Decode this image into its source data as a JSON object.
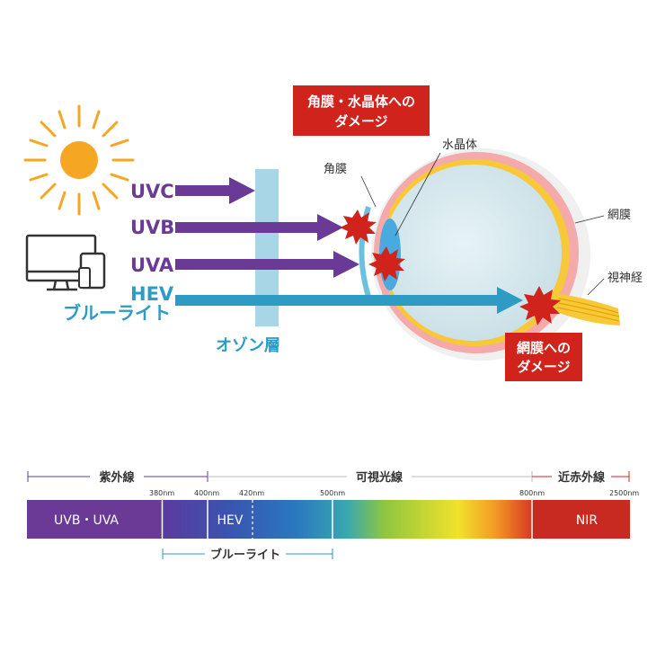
{
  "rays": {
    "uvc": "UVC",
    "uvb": "UVB",
    "uva": "UVA",
    "hev": "HEV",
    "blue_light": "ブルーライト"
  },
  "ozone_label": "オゾン層",
  "eye_labels": {
    "cornea": "角膜",
    "lens": "水晶体",
    "retina": "網膜",
    "optic_nerve": "視神経"
  },
  "damage_boxes": {
    "cornea_lens": {
      "line1": "角膜・水晶体への",
      "line2": "ダメージ"
    },
    "retina": {
      "line1": "網膜への",
      "line2": "ダメージ"
    }
  },
  "spectrum": {
    "ranges": {
      "uv": "紫外線",
      "visible": "可視光線",
      "nir": "近赤外線"
    },
    "ticks": {
      "t380": "380nm",
      "t400": "400nm",
      "t420": "420nm",
      "t500": "500nm",
      "t800": "800nm",
      "t2500": "2500nm"
    },
    "bands": {
      "uvb_uva": "UVB・UVA",
      "hev": "HEV",
      "nir": "NIR"
    },
    "blue_light_range": "ブルーライト"
  },
  "colors": {
    "uv_purple": "#6a3a96",
    "hev_blue": "#2e9bc4",
    "ozone": "#a9d6e6",
    "damage_red": "#d0231c",
    "sun": "#f5a623"
  },
  "icons": [
    "sun-icon",
    "monitor-icon",
    "tablet-icon",
    "phone-icon",
    "burst-icon"
  ]
}
